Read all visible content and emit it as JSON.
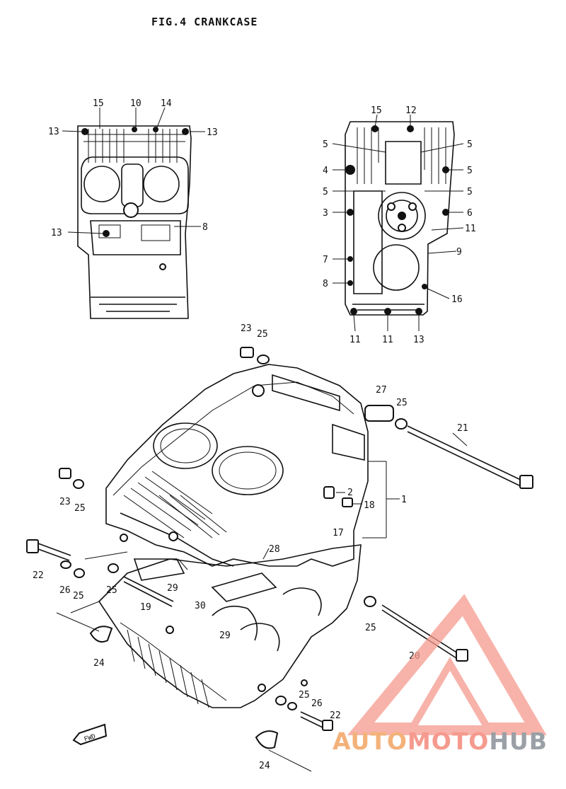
{
  "figure": {
    "title": "FIG.4  CRANKCASE"
  },
  "upper_left_view": {
    "callouts": [
      {
        "id": "ul-15",
        "text": "15"
      },
      {
        "id": "ul-10",
        "text": "10"
      },
      {
        "id": "ul-14",
        "text": "14"
      },
      {
        "id": "ul-13a",
        "text": "13"
      },
      {
        "id": "ul-13b",
        "text": "13"
      },
      {
        "id": "ul-13c",
        "text": "13"
      },
      {
        "id": "ul-8",
        "text": "8"
      }
    ]
  },
  "upper_right_view": {
    "callouts": [
      {
        "id": "ur-15",
        "text": "15"
      },
      {
        "id": "ur-12",
        "text": "12"
      },
      {
        "id": "ur-5a",
        "text": "5"
      },
      {
        "id": "ur-5b",
        "text": "5"
      },
      {
        "id": "ur-4",
        "text": "4"
      },
      {
        "id": "ur-5c",
        "text": "5"
      },
      {
        "id": "ur-5d",
        "text": "5"
      },
      {
        "id": "ur-5e",
        "text": "5"
      },
      {
        "id": "ur-3",
        "text": "3"
      },
      {
        "id": "ur-6",
        "text": "6"
      },
      {
        "id": "ur-11a",
        "text": "11"
      },
      {
        "id": "ur-7",
        "text": "7"
      },
      {
        "id": "ur-9",
        "text": "9"
      },
      {
        "id": "ur-8",
        "text": "8"
      },
      {
        "id": "ur-16",
        "text": "16"
      },
      {
        "id": "ur-11b",
        "text": "11"
      },
      {
        "id": "ur-11c",
        "text": "11"
      },
      {
        "id": "ur-13",
        "text": "13"
      }
    ]
  },
  "main_view": {
    "callouts": [
      {
        "id": "m-23a",
        "text": "23"
      },
      {
        "id": "m-25a",
        "text": "25"
      },
      {
        "id": "m-27",
        "text": "27"
      },
      {
        "id": "m-25b",
        "text": "25"
      },
      {
        "id": "m-21",
        "text": "21"
      },
      {
        "id": "m-2",
        "text": "2"
      },
      {
        "id": "m-18",
        "text": "18"
      },
      {
        "id": "m-1",
        "text": "1"
      },
      {
        "id": "m-17",
        "text": "17"
      },
      {
        "id": "m-23b",
        "text": "23"
      },
      {
        "id": "m-25c",
        "text": "25"
      },
      {
        "id": "m-22a",
        "text": "22"
      },
      {
        "id": "m-26a",
        "text": "26"
      },
      {
        "id": "m-25d",
        "text": "25"
      },
      {
        "id": "m-25e",
        "text": "25"
      },
      {
        "id": "m-29a",
        "text": "29"
      },
      {
        "id": "m-28",
        "text": "28"
      },
      {
        "id": "m-19",
        "text": "19"
      },
      {
        "id": "m-30",
        "text": "30"
      },
      {
        "id": "m-29b",
        "text": "29"
      },
      {
        "id": "m-25f",
        "text": "25"
      },
      {
        "id": "m-20",
        "text": "20"
      },
      {
        "id": "m-24a",
        "text": "24"
      },
      {
        "id": "m-25g",
        "text": "25"
      },
      {
        "id": "m-26b",
        "text": "26"
      },
      {
        "id": "m-22b",
        "text": "22"
      },
      {
        "id": "m-24b",
        "text": "24"
      }
    ],
    "direction_tag": "FWD"
  },
  "watermark": {
    "part1": "AUTO",
    "part2": "MOTO",
    "part3": "HUB",
    "colors": [
      "#f3b27a",
      "#f59a8e",
      "#9aa0a6"
    ]
  }
}
